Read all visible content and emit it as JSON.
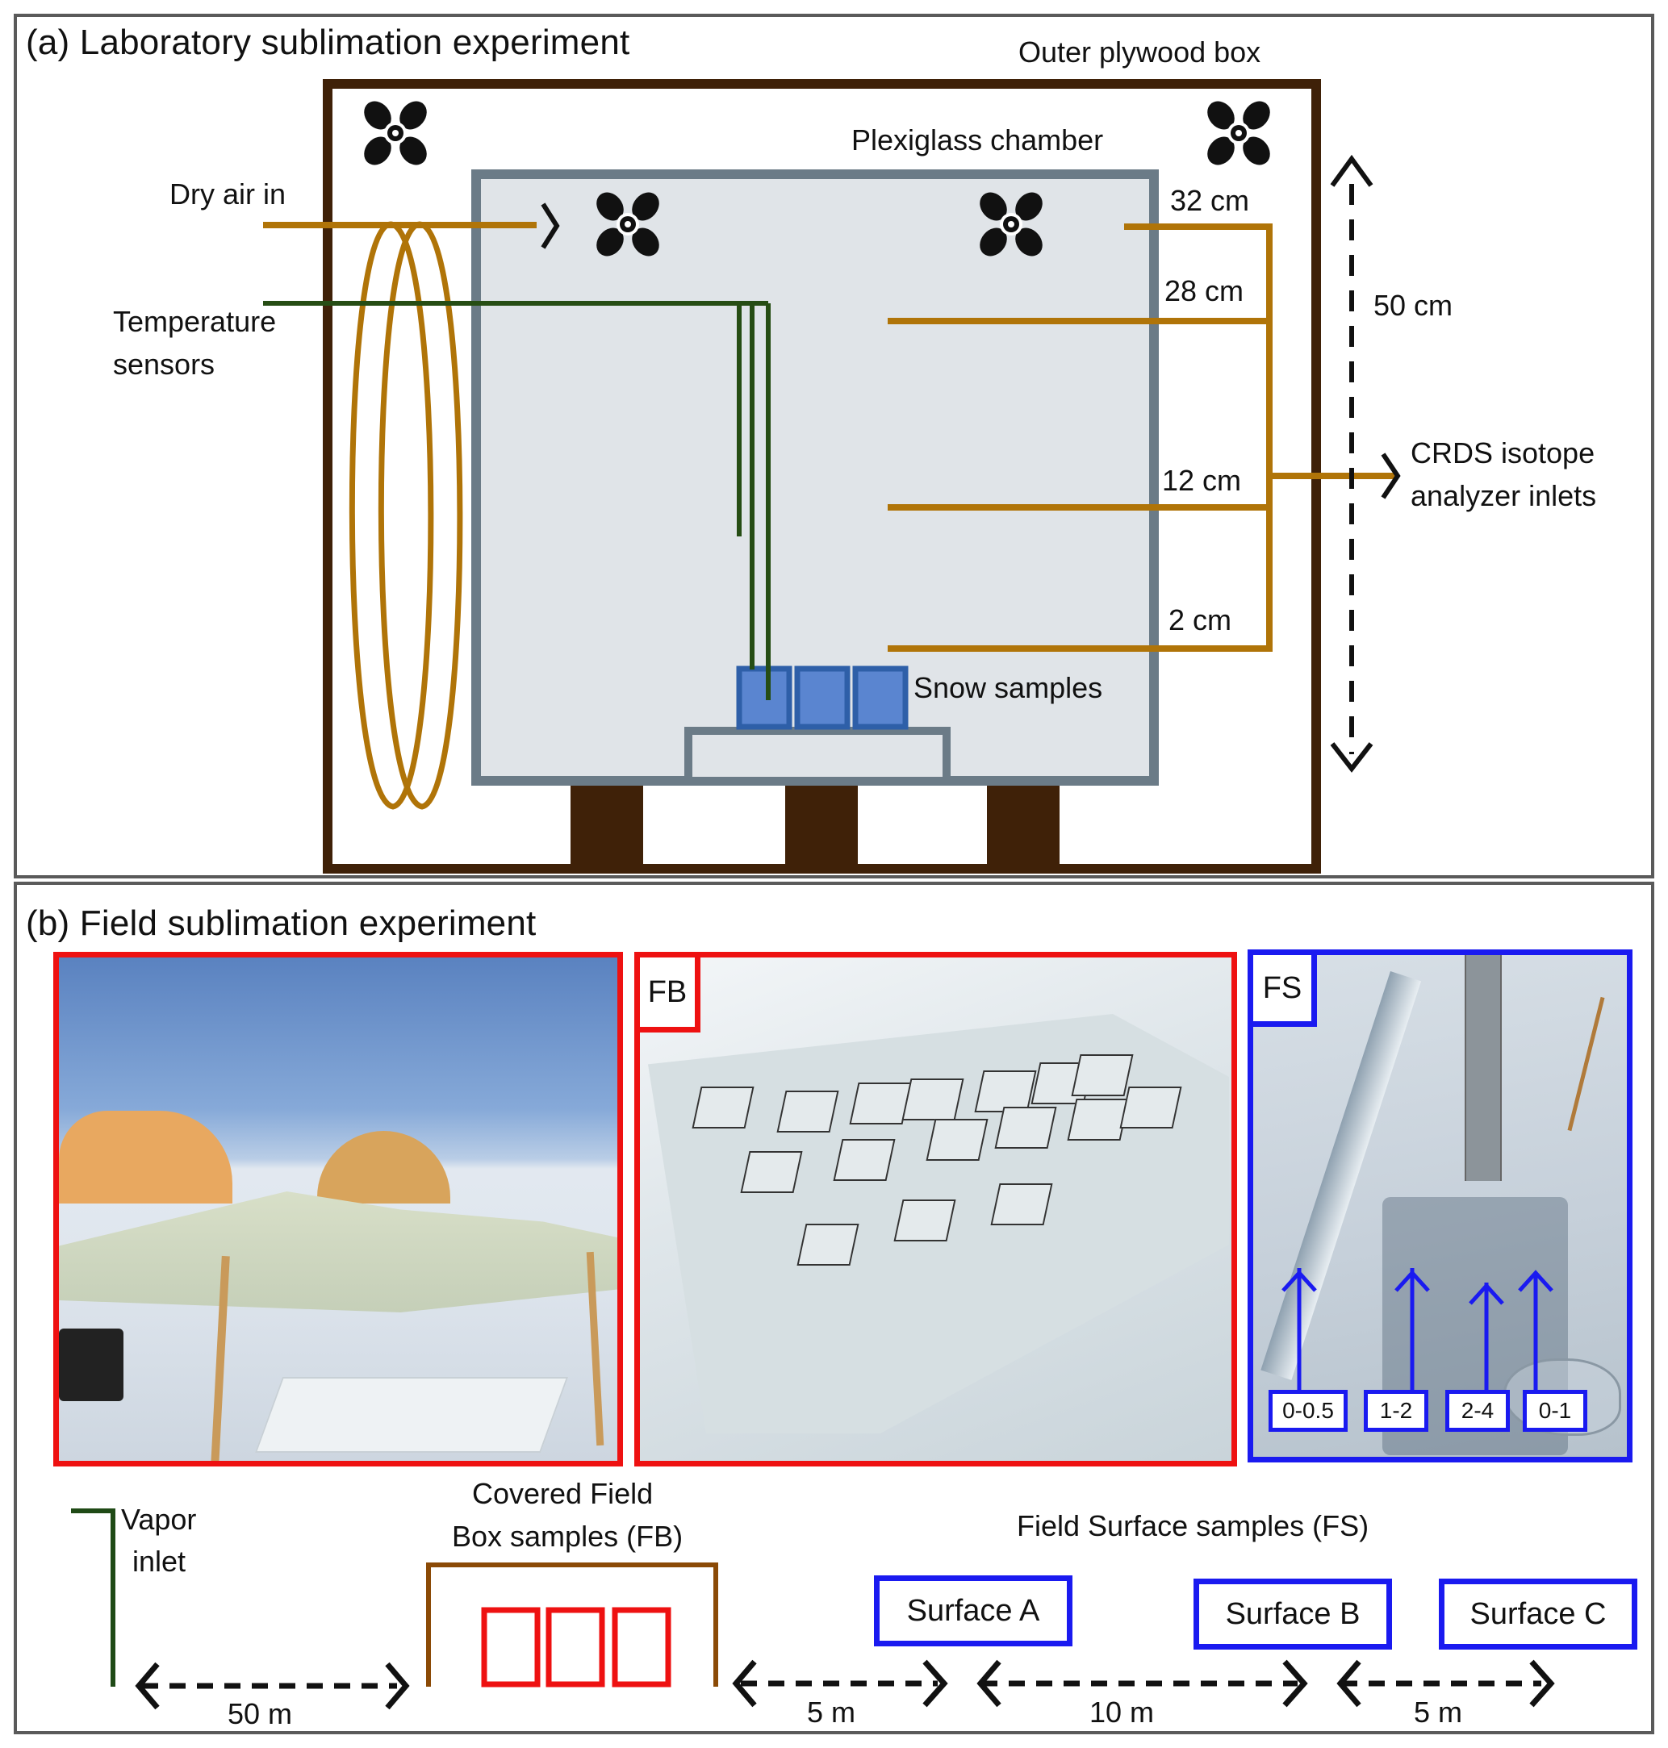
{
  "panel_a": {
    "title": "(a) Laboratory sublimation experiment",
    "labels": {
      "outer_box": "Outer plywood box",
      "chamber": "Plexiglass chamber",
      "dry_air": "Dry air in",
      "temp_sensors_line1": "Temperature",
      "temp_sensors_line2": "sensors",
      "snow_samples": "Snow samples",
      "height": "50 cm",
      "crds_line1": "CRDS isotope",
      "crds_line2": "analyzer inlets"
    },
    "inlet_heights": [
      "32 cm",
      "28 cm",
      "12 cm",
      "2 cm"
    ],
    "colors": {
      "plywood": "#3f2108",
      "chamber_stroke": "#6b7b87",
      "chamber_fill": "#e0e4e8",
      "air_tube": "#b07408",
      "sensor_wire": "#264d14",
      "snow_sample_fill": "#5a85d0",
      "snow_sample_stroke": "#2e5fa8"
    }
  },
  "panel_b": {
    "title": "(b) Field sublimation experiment",
    "photos": [
      {
        "name": "field-site-photo",
        "tag": "",
        "border": "#ee1111"
      },
      {
        "name": "field-box-photo",
        "tag": "FB",
        "border": "#ee1111"
      },
      {
        "name": "field-surface-photo",
        "tag": "FS",
        "border": "#1a1af0"
      }
    ],
    "depth_labels": [
      "0-0.5",
      "1-2",
      "2-4",
      "0-1"
    ],
    "schematic": {
      "vapor_inlet_line1": "Vapor",
      "vapor_inlet_line2": "inlet",
      "fb_line1": "Covered Field",
      "fb_line2": "Box samples (FB)",
      "fs_title": "Field Surface samples (FS)",
      "surfaces": [
        "Surface A",
        "Surface B",
        "Surface C"
      ],
      "distances": [
        "50 m",
        "5 m",
        "10 m",
        "5 m"
      ]
    },
    "colors": {
      "fb_red": "#ee1111",
      "fs_blue": "#1a1af0",
      "cover_brown": "#8b4a06",
      "vapor_green": "#1f4a16"
    }
  }
}
